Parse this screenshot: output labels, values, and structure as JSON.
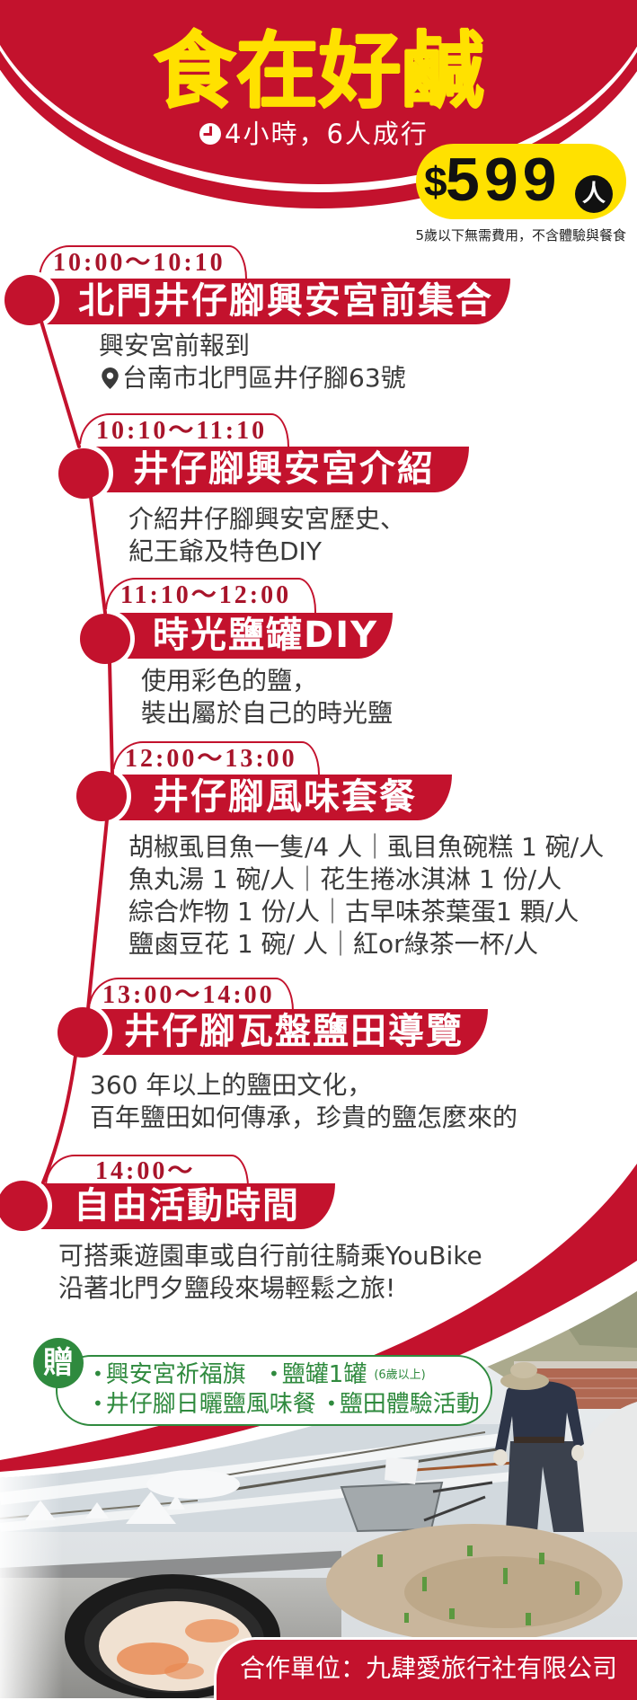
{
  "header": {
    "title": "食在好鹹",
    "subtitle": "4小時，6人成行",
    "price": {
      "currency": "$",
      "amount": "599",
      "unit": "人"
    },
    "price_note": "5歲以下無需費用，不含體驗與餐食"
  },
  "timeline": [
    {
      "time": "10:00～10:10",
      "title": "北門井仔腳興安宮前集合",
      "desc": [
        "興安宮前報到"
      ],
      "address": "台南市北門區井仔腳63號"
    },
    {
      "time": "10:10～11:10",
      "title": "井仔腳興安宮介紹",
      "desc": [
        "介紹井仔腳興安宮歷史、",
        "紀王爺及特色DIY"
      ]
    },
    {
      "time": "11:10～12:00",
      "title": "時光鹽罐DIY",
      "desc": [
        "使用彩色的鹽，",
        "裝出屬於自己的時光鹽"
      ]
    },
    {
      "time": "12:00～13:00",
      "title": "井仔腳風味套餐",
      "desc": [
        "胡椒虱目魚一隻/4 人｜虱目魚碗糕 1 碗/人",
        "魚丸湯 1 碗/人｜花生捲冰淇淋 1 份/人",
        "綜合炸物 1 份/人｜古早味茶葉蛋1 顆/人",
        "鹽鹵豆花 1 碗/ 人｜紅or綠茶一杯/人"
      ]
    },
    {
      "time": "13:00～14:00",
      "title": "井仔腳瓦盤鹽田導覽",
      "desc": [
        "360 年以上的鹽田文化，",
        "百年鹽田如何傳承，珍貴的鹽怎麼來的"
      ]
    },
    {
      "time": "14:00～",
      "title": "自由活動時間",
      "desc": [
        "可搭乘遊園車或自行前往騎乘YouBike",
        "沿著北門夕鹽段來場輕鬆之旅!"
      ]
    }
  ],
  "gifts": {
    "badge": "贈",
    "bullet": "•",
    "items": [
      {
        "label": "興安宮祈福旗"
      },
      {
        "label": "鹽罐1罐",
        "note": "(6歲以上)"
      },
      {
        "label": "井仔腳日曬鹽風味餐"
      },
      {
        "label": "鹽田體驗活動"
      }
    ]
  },
  "footer": {
    "partner": "合作單位：九肆愛旅行社有限公司"
  },
  "icons": {
    "clock": "clock-icon",
    "pin": "map-pin-icon"
  },
  "colors": {
    "brand_red": "#C3122D",
    "title_yellow": "#FFE100",
    "time_red": "#A8142A",
    "gift_green": "#2F8A3E",
    "body_text": "#3A3A3A"
  }
}
